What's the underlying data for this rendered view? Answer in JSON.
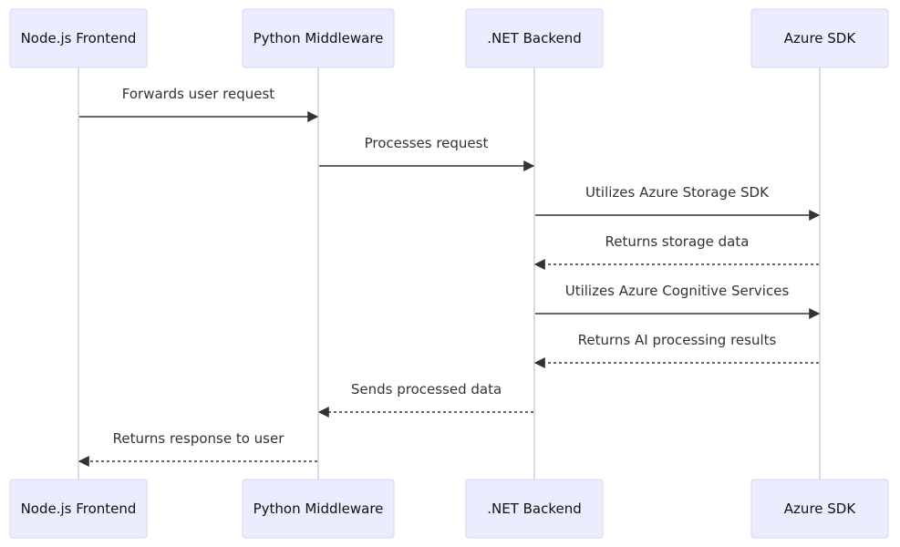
{
  "diagram": {
    "type": "sequence",
    "participants": [
      {
        "id": "node",
        "label": "Node.js Frontend"
      },
      {
        "id": "py",
        "label": "Python Middleware"
      },
      {
        "id": "net",
        "label": ".NET Backend"
      },
      {
        "id": "azure",
        "label": "Azure SDK"
      }
    ],
    "messages": [
      {
        "from": "node",
        "to": "py",
        "label": "Forwards user request",
        "style": "solid"
      },
      {
        "from": "py",
        "to": "net",
        "label": "Processes request",
        "style": "solid"
      },
      {
        "from": "net",
        "to": "azure",
        "label": "Utilizes Azure Storage SDK",
        "style": "solid"
      },
      {
        "from": "azure",
        "to": "net",
        "label": "Returns storage data",
        "style": "dotted"
      },
      {
        "from": "net",
        "to": "azure",
        "label": "Utilizes Azure Cognitive Services",
        "style": "solid"
      },
      {
        "from": "azure",
        "to": "net",
        "label": "Returns AI processing results",
        "style": "dotted"
      },
      {
        "from": "net",
        "to": "py",
        "label": "Sends processed data",
        "style": "dotted"
      },
      {
        "from": "py",
        "to": "node",
        "label": "Returns response to user",
        "style": "dotted"
      }
    ],
    "colors": {
      "actor_fill": "#ececff",
      "actor_border": "#d6d6ef",
      "lifeline": "#d9d9ea",
      "arrow": "#333333"
    }
  }
}
